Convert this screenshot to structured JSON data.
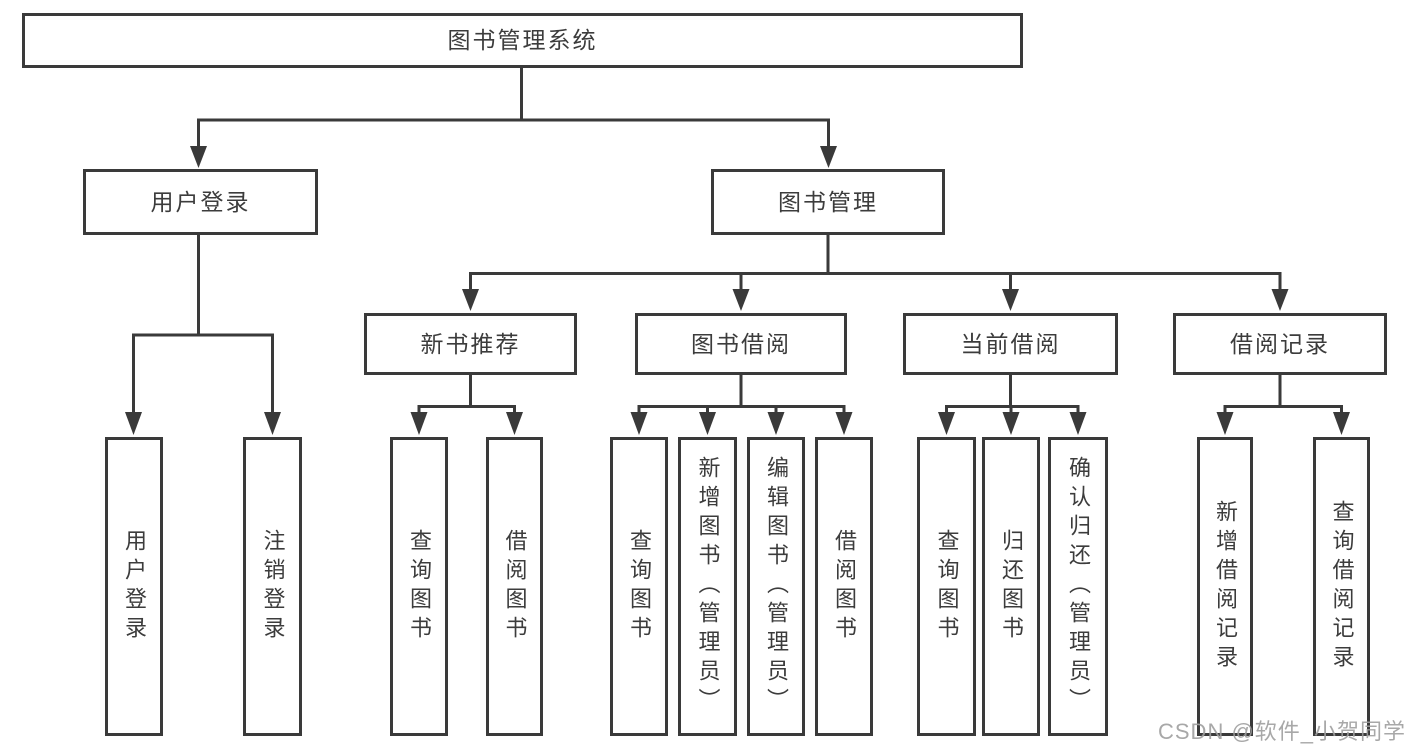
{
  "diagram": {
    "title": "图书管理系统",
    "nodes": {
      "root": "图书管理系统",
      "user_login": "用户登录",
      "book_management": "图书管理",
      "new_book_recommend": "新书推荐",
      "book_borrowing": "图书借阅",
      "current_borrowing": "当前借阅",
      "borrowing_records": "借阅记录",
      "leaf_user_login": "用户登录",
      "leaf_logout": "注销登录",
      "leaf_nb_query_book": "查询图书",
      "leaf_nb_borrow_book": "借阅图书",
      "leaf_bb_query_book": "查询图书",
      "leaf_bb_add_book": "新增图书（管理员）",
      "leaf_bb_edit_book": "编辑图书（管理员）",
      "leaf_bb_borrow_book": "借阅图书",
      "leaf_cb_query_book": "查询图书",
      "leaf_cb_return_book": "归还图书",
      "leaf_cb_confirm_return": "确认归还（管理员）",
      "leaf_br_add_record": "新增借阅记录",
      "leaf_br_query_record": "查询借阅记录"
    },
    "colors": {
      "line": "#3a3a3a",
      "text": "#3c3c3c",
      "background": "#ffffff",
      "watermark_gray": "#9e9e9e"
    }
  },
  "watermark": {
    "text": "CSDN @软件_小贺同学"
  }
}
